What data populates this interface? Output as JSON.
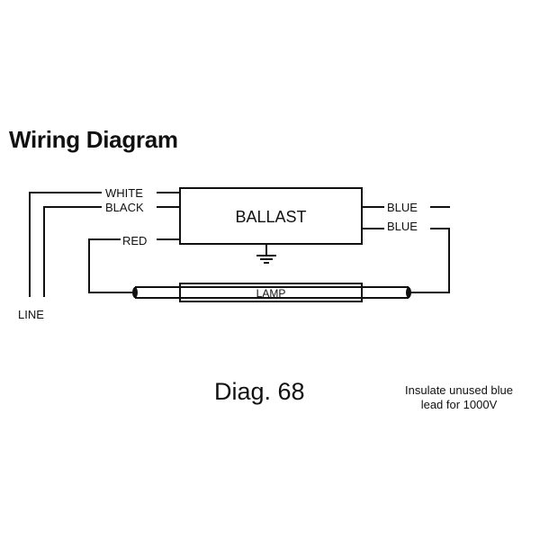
{
  "title": "Wiring Diagram",
  "ballast_label": "BALLAST",
  "lamp_label": "LAMP",
  "wires": {
    "white": "WHITE",
    "black": "BLACK",
    "red": "RED",
    "blue_1": "BLUE",
    "blue_2": "BLUE"
  },
  "line_label": "LINE",
  "diagram_number": "Diag. 68",
  "note": {
    "line1": "Insulate unused blue",
    "line2": "lead for 1000V"
  },
  "colors": {
    "ink": "#111111",
    "background": "#ffffff"
  }
}
